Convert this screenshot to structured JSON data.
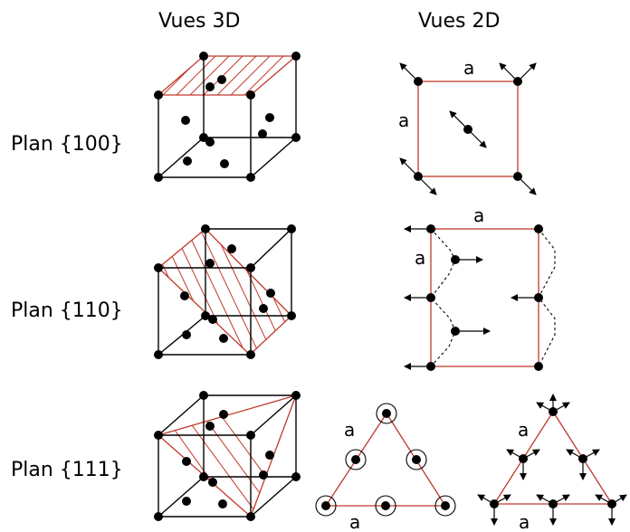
{
  "headers": {
    "view_3d": "Vues 3D",
    "view_2d": "Vues 2D"
  },
  "planes": [
    {
      "label": "Plan {100}",
      "lattice_param": "a"
    },
    {
      "label": "Plan {110}",
      "lattice_param": "a"
    },
    {
      "label": "Plan {111}",
      "lattice_param": "a"
    }
  ],
  "colors": {
    "plane_outline": "#c0392b",
    "atom": "#000000",
    "cube_edge": "#000000"
  }
}
